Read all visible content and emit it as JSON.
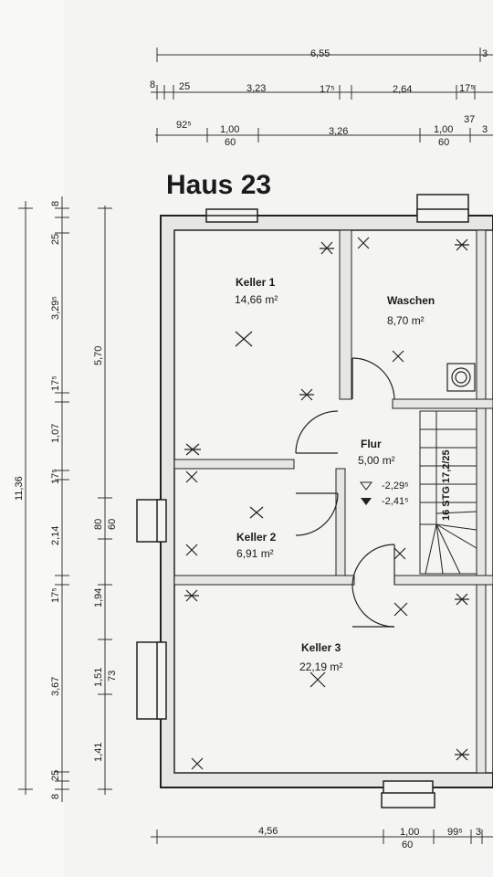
{
  "title": "Haus 23",
  "rooms": [
    {
      "name": "Keller 1",
      "area": "14,66 m²"
    },
    {
      "name": "Waschen",
      "area": "8,70 m²"
    },
    {
      "name": "Flur",
      "area": "5,00 m²"
    },
    {
      "name": "Keller 2",
      "area": "6,91 m²"
    },
    {
      "name": "Keller 3",
      "area": "22,19 m²"
    }
  ],
  "levels": [
    "-2,29⁵",
    "-2,41⁵"
  ],
  "stair": "16 STG 17,2/25",
  "dims": {
    "top_row1": [
      "6,55",
      "3"
    ],
    "top_row2": [
      "8",
      "25",
      "3,23",
      "17⁵",
      "2,64",
      "17⁵"
    ],
    "top_row3": [
      "92⁵",
      "1,00",
      "60",
      "3,26",
      "1,00",
      "60",
      "37",
      "3"
    ],
    "left_outer": [
      "11,36"
    ],
    "left_mid": [
      "8",
      "25",
      "3,67",
      "17⁵",
      "2,14",
      "17⁵",
      "1,07",
      "17⁵",
      "3,29⁵",
      "25",
      "8"
    ],
    "left_inner": [
      "1,41",
      "1,51",
      "73",
      "1,94",
      "80",
      "60",
      "5,70"
    ],
    "bottom": [
      "4,56",
      "1,00",
      "60",
      "99⁵",
      "3"
    ]
  }
}
